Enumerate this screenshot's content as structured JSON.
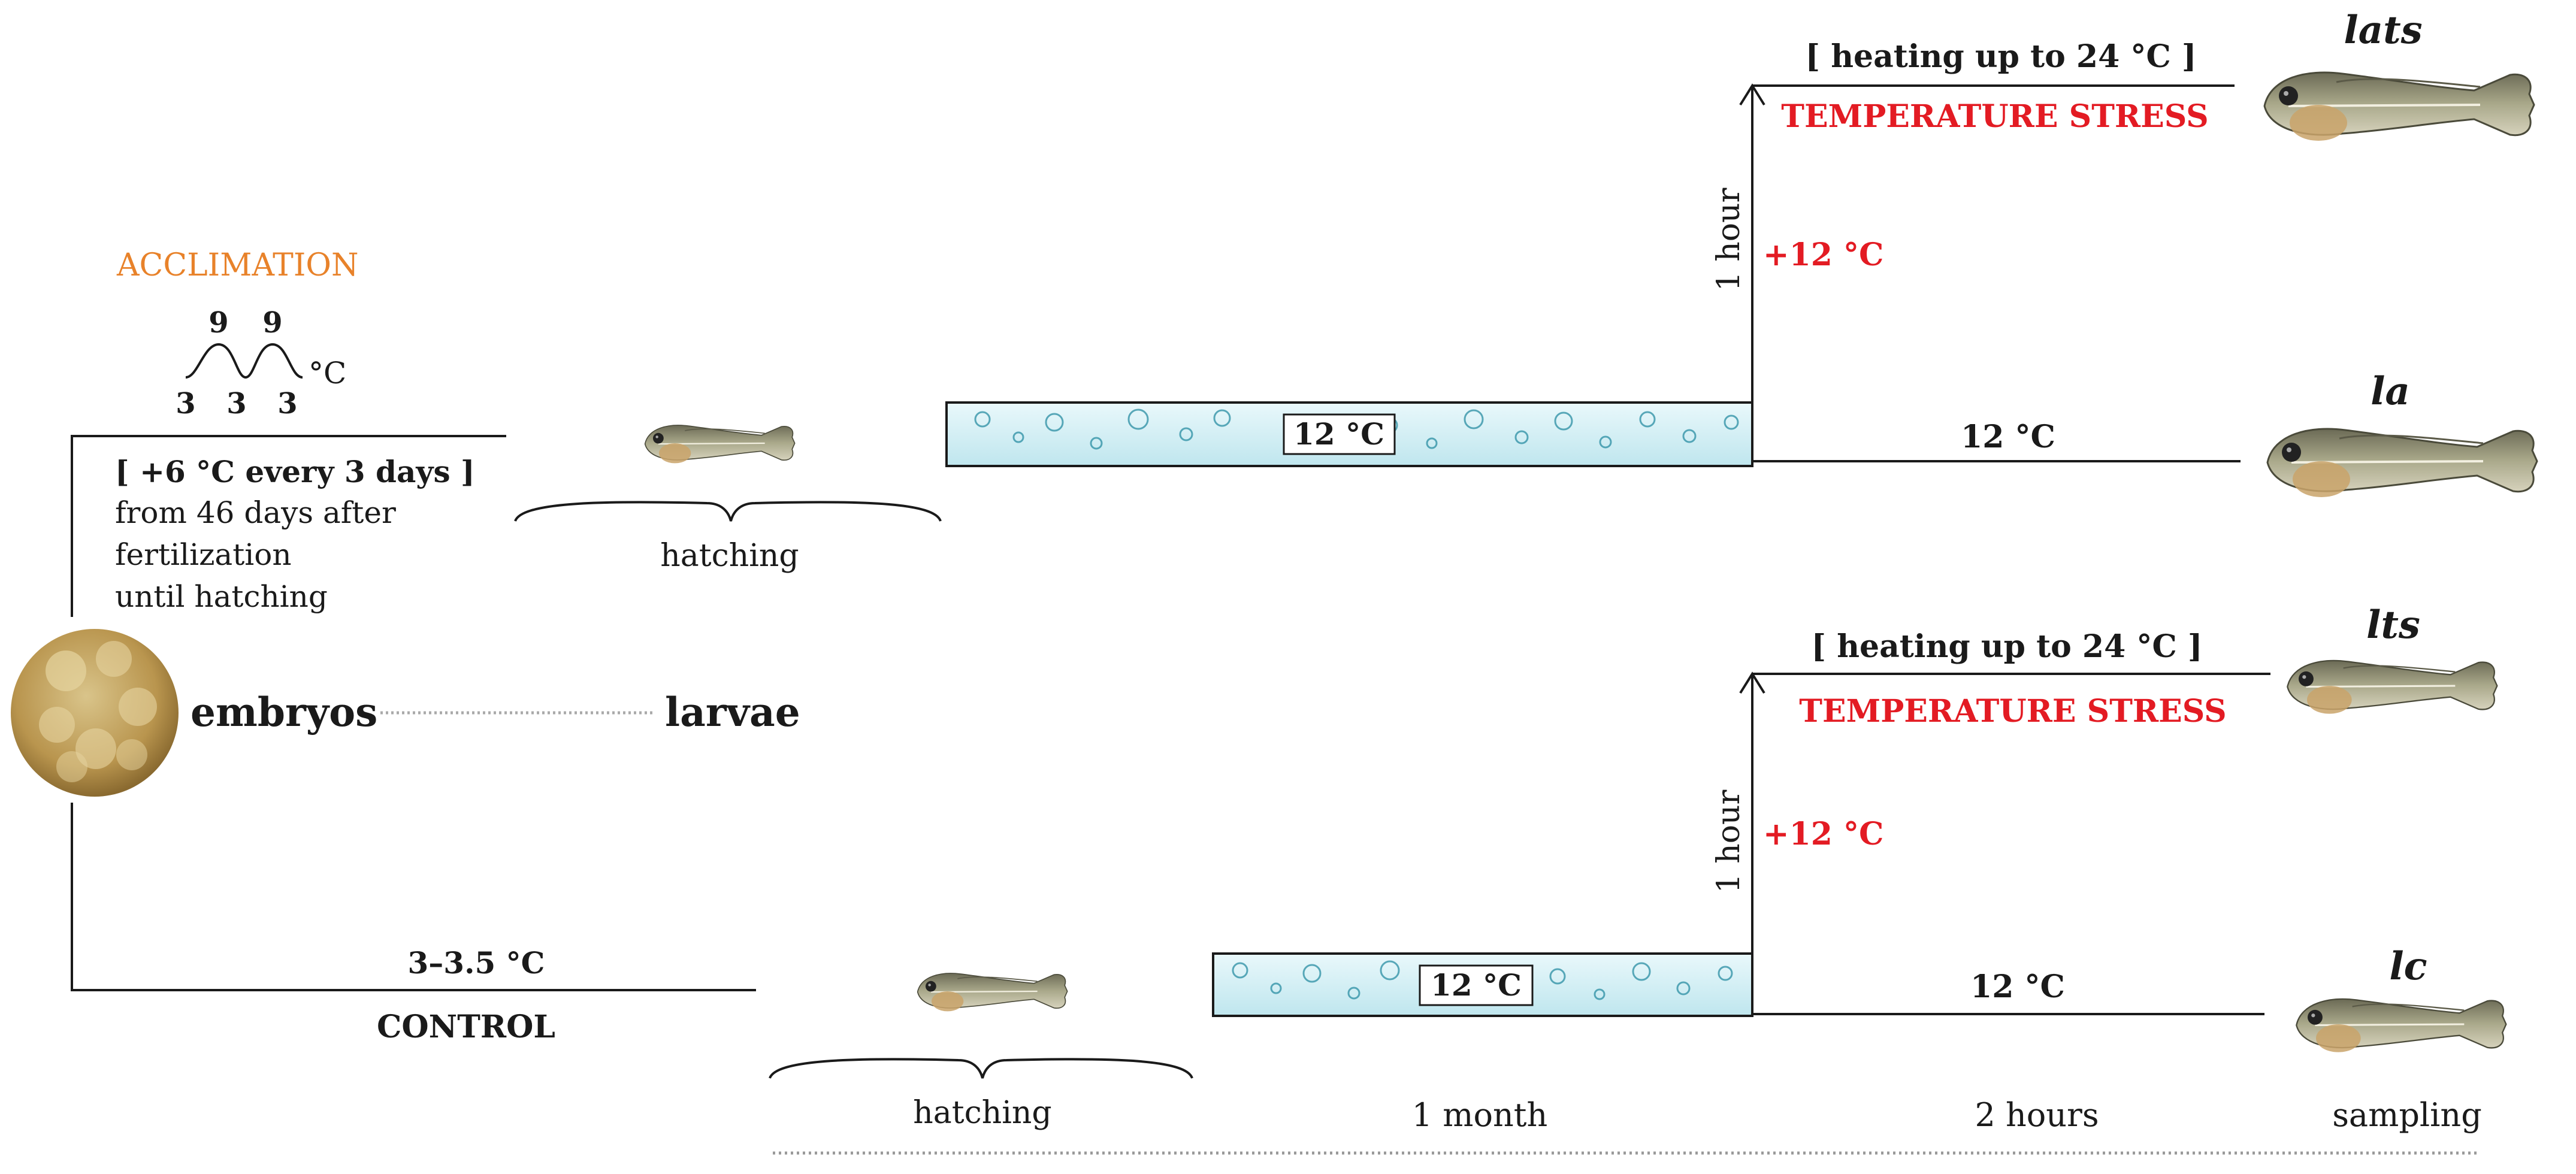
{
  "acclimation": {
    "title": "ACCLIMATION",
    "wave_top": [
      "9",
      "9"
    ],
    "wave_bottom": [
      "3",
      "3",
      "3"
    ],
    "unit": "°C",
    "rule": "[ +6 °C every 3 days ]",
    "desc": [
      "from 46 days after",
      "fertilization",
      "until hatching"
    ]
  },
  "center": {
    "embryos": "embryos",
    "larvae": "larvae"
  },
  "stages": {
    "hatching_top": "hatching",
    "hatching_bottom": "hatching"
  },
  "control": {
    "temp": "3–3.5 °C",
    "label": "CONTROL"
  },
  "tanks": {
    "top": "12 °C",
    "bottom": "12 °C"
  },
  "top_branch": {
    "heating": "[ heating up to 24 °C ]",
    "stress": "TEMPERATURE STRESS",
    "duration": "1 hour",
    "delta": "+12 °C",
    "stay": "12 °C",
    "labels": {
      "stress_group": "lats",
      "control_group": "la"
    }
  },
  "bottom_branch": {
    "heating": "[ heating up to 24 °C ]",
    "stress": "TEMPERATURE STRESS",
    "duration": "1 hour",
    "delta": "+12 °C",
    "stay": "12 °C",
    "labels": {
      "stress_group": "lts",
      "control_group": "lc"
    }
  },
  "timeline": [
    "1 month",
    "2 hours",
    "sampling"
  ]
}
